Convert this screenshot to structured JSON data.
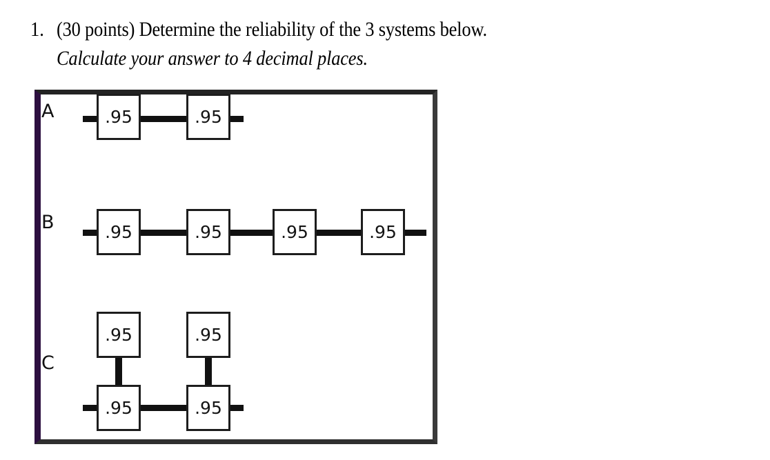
{
  "question": {
    "number": "1.",
    "line1": "(30 points) Determine the reliability of the 3 systems below.",
    "line2": "Calculate your answer to 4 decimal places."
  },
  "diagram": {
    "frame_border_left_color": "#2d1040",
    "frame_border_color": "#2f2f2f",
    "systems": [
      {
        "label": "A",
        "topology": "series",
        "component_count": 2,
        "components": [
          {
            "value": ".95"
          },
          {
            "value": ".95"
          }
        ]
      },
      {
        "label": "B",
        "topology": "series",
        "component_count": 4,
        "components": [
          {
            "value": ".95"
          },
          {
            "value": ".95"
          },
          {
            "value": ".95"
          },
          {
            "value": ".95"
          }
        ]
      },
      {
        "label": "C",
        "topology": "two-parallel-pairs-in-series",
        "component_count": 4,
        "components": [
          {
            "value": ".95"
          },
          {
            "value": ".95"
          },
          {
            "value": ".95"
          },
          {
            "value": ".95"
          }
        ]
      }
    ]
  }
}
